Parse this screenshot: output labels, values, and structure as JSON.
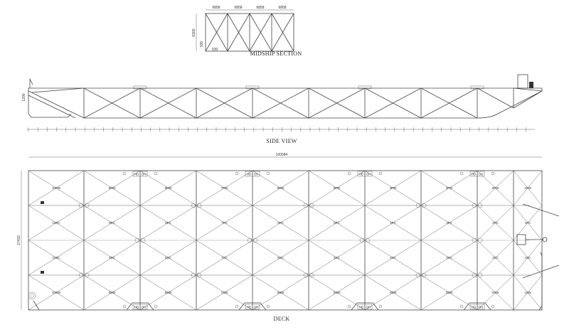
{
  "midship": {
    "title": "MIDSHIP SECTION",
    "bay_widths": [
      "6858",
      "6858",
      "6858",
      "6858"
    ],
    "depth": "6300",
    "sub_dim_1": "530",
    "sub_dim_2": "630"
  },
  "side_view": {
    "title": "SIDE VIEW",
    "depth": "1200"
  },
  "deck": {
    "title": "DECK",
    "length": "100584",
    "breadth": "27432",
    "hatch_labels": [
      "HD",
      "OH"
    ],
    "tank_rows": [
      [
        "10PW",
        "9PW",
        "8PW",
        "7PW",
        "6PW",
        "5PW",
        "4PW",
        "3PW",
        "2PW",
        "1PW"
      ],
      [
        "10PC",
        "9PC",
        "8PC",
        "7PC",
        "6PC",
        "5PC",
        "4PC",
        "3PC",
        "2PC",
        "1PC"
      ],
      [
        "10SC",
        "9SC",
        "8SC",
        "7SC",
        "6SC",
        "5SC",
        "4SC",
        "3SC",
        "2SC",
        "1SC"
      ],
      [
        "10SW",
        "9SW",
        "8SW",
        "7SW",
        "6SW",
        "5SW",
        "4SW",
        "3SW",
        "2SW",
        "1SW"
      ]
    ]
  },
  "colors": {
    "line": "#444444",
    "centerline": "#bbbbbb",
    "background": "#ffffff"
  }
}
